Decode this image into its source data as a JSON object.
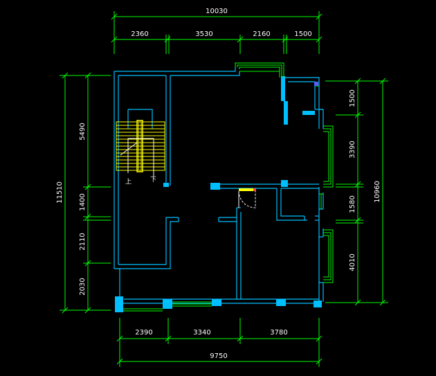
{
  "drawing": {
    "colors": {
      "background": "#000000",
      "dimension": "#00ff00",
      "wall": "#00bfff",
      "column": "#00bfff",
      "window": "#00ff00",
      "stair": "#ffff00",
      "door": "#ffff00",
      "text": "#ffffff"
    },
    "top_dims": {
      "overall": "10030",
      "segments": [
        "2360",
        "3530",
        "2160",
        "1500"
      ]
    },
    "bottom_dims": {
      "overall": "9750",
      "segments": [
        "2390",
        "3340",
        "3780"
      ]
    },
    "left_dims": {
      "overall": "11510",
      "segments": [
        "5490",
        "1400",
        "2110",
        "2030"
      ]
    },
    "right_dims": {
      "overall": "10960",
      "segments": [
        "1500",
        "3390",
        "1580",
        "4010"
      ]
    },
    "stair_labels": {
      "up": "上",
      "down": "下"
    }
  }
}
